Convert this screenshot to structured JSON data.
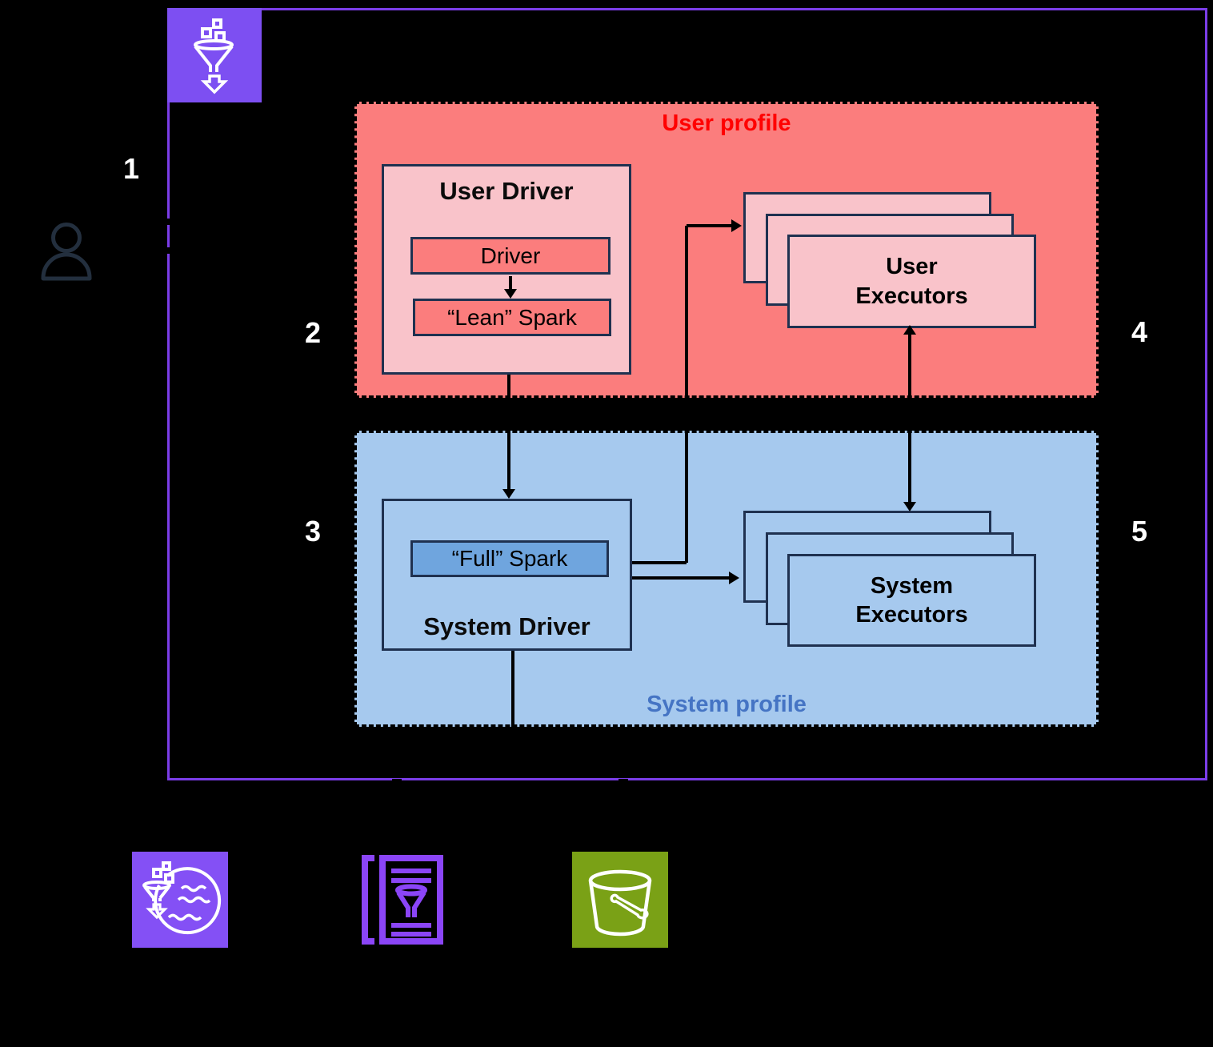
{
  "diagram": {
    "steps": [
      {
        "label": "1"
      },
      {
        "label": "2"
      },
      {
        "label": "3"
      },
      {
        "label": "4"
      },
      {
        "label": "5"
      }
    ],
    "user_profile": {
      "label": "User profile",
      "user_driver": {
        "title": "User Driver",
        "driver": "Driver",
        "lean_spark": "“Lean” Spark"
      },
      "user_executors": {
        "label": "User\nExecutors"
      }
    },
    "system_profile": {
      "label": "System profile",
      "system_driver": {
        "title": "System Driver",
        "full_spark": "“Full” Spark"
      },
      "system_executors": {
        "label": "System\nExecutors"
      }
    },
    "icons": {
      "top": "glue-funnel-icon",
      "actor": "person-icon",
      "bottom_left": "glue-interactive-sessions-icon",
      "bottom_middle": "glue-data-catalog-icon",
      "bottom_right": "s3-bucket-icon"
    },
    "colors": {
      "background": "#000000",
      "purple_border": "#7B3DE8",
      "purple_icon": "#7D4FF2",
      "red_fill": "#FB7D7D",
      "pink_fill": "#F9C3CA",
      "red_label": "#FF0000",
      "navy_border": "#1F3150",
      "blue_fill": "#A6C9EE",
      "blue_inner": "#6FA5DE",
      "blue_label": "#4574C4",
      "green_icon": "#7AA116",
      "person": "#232F3E"
    }
  }
}
